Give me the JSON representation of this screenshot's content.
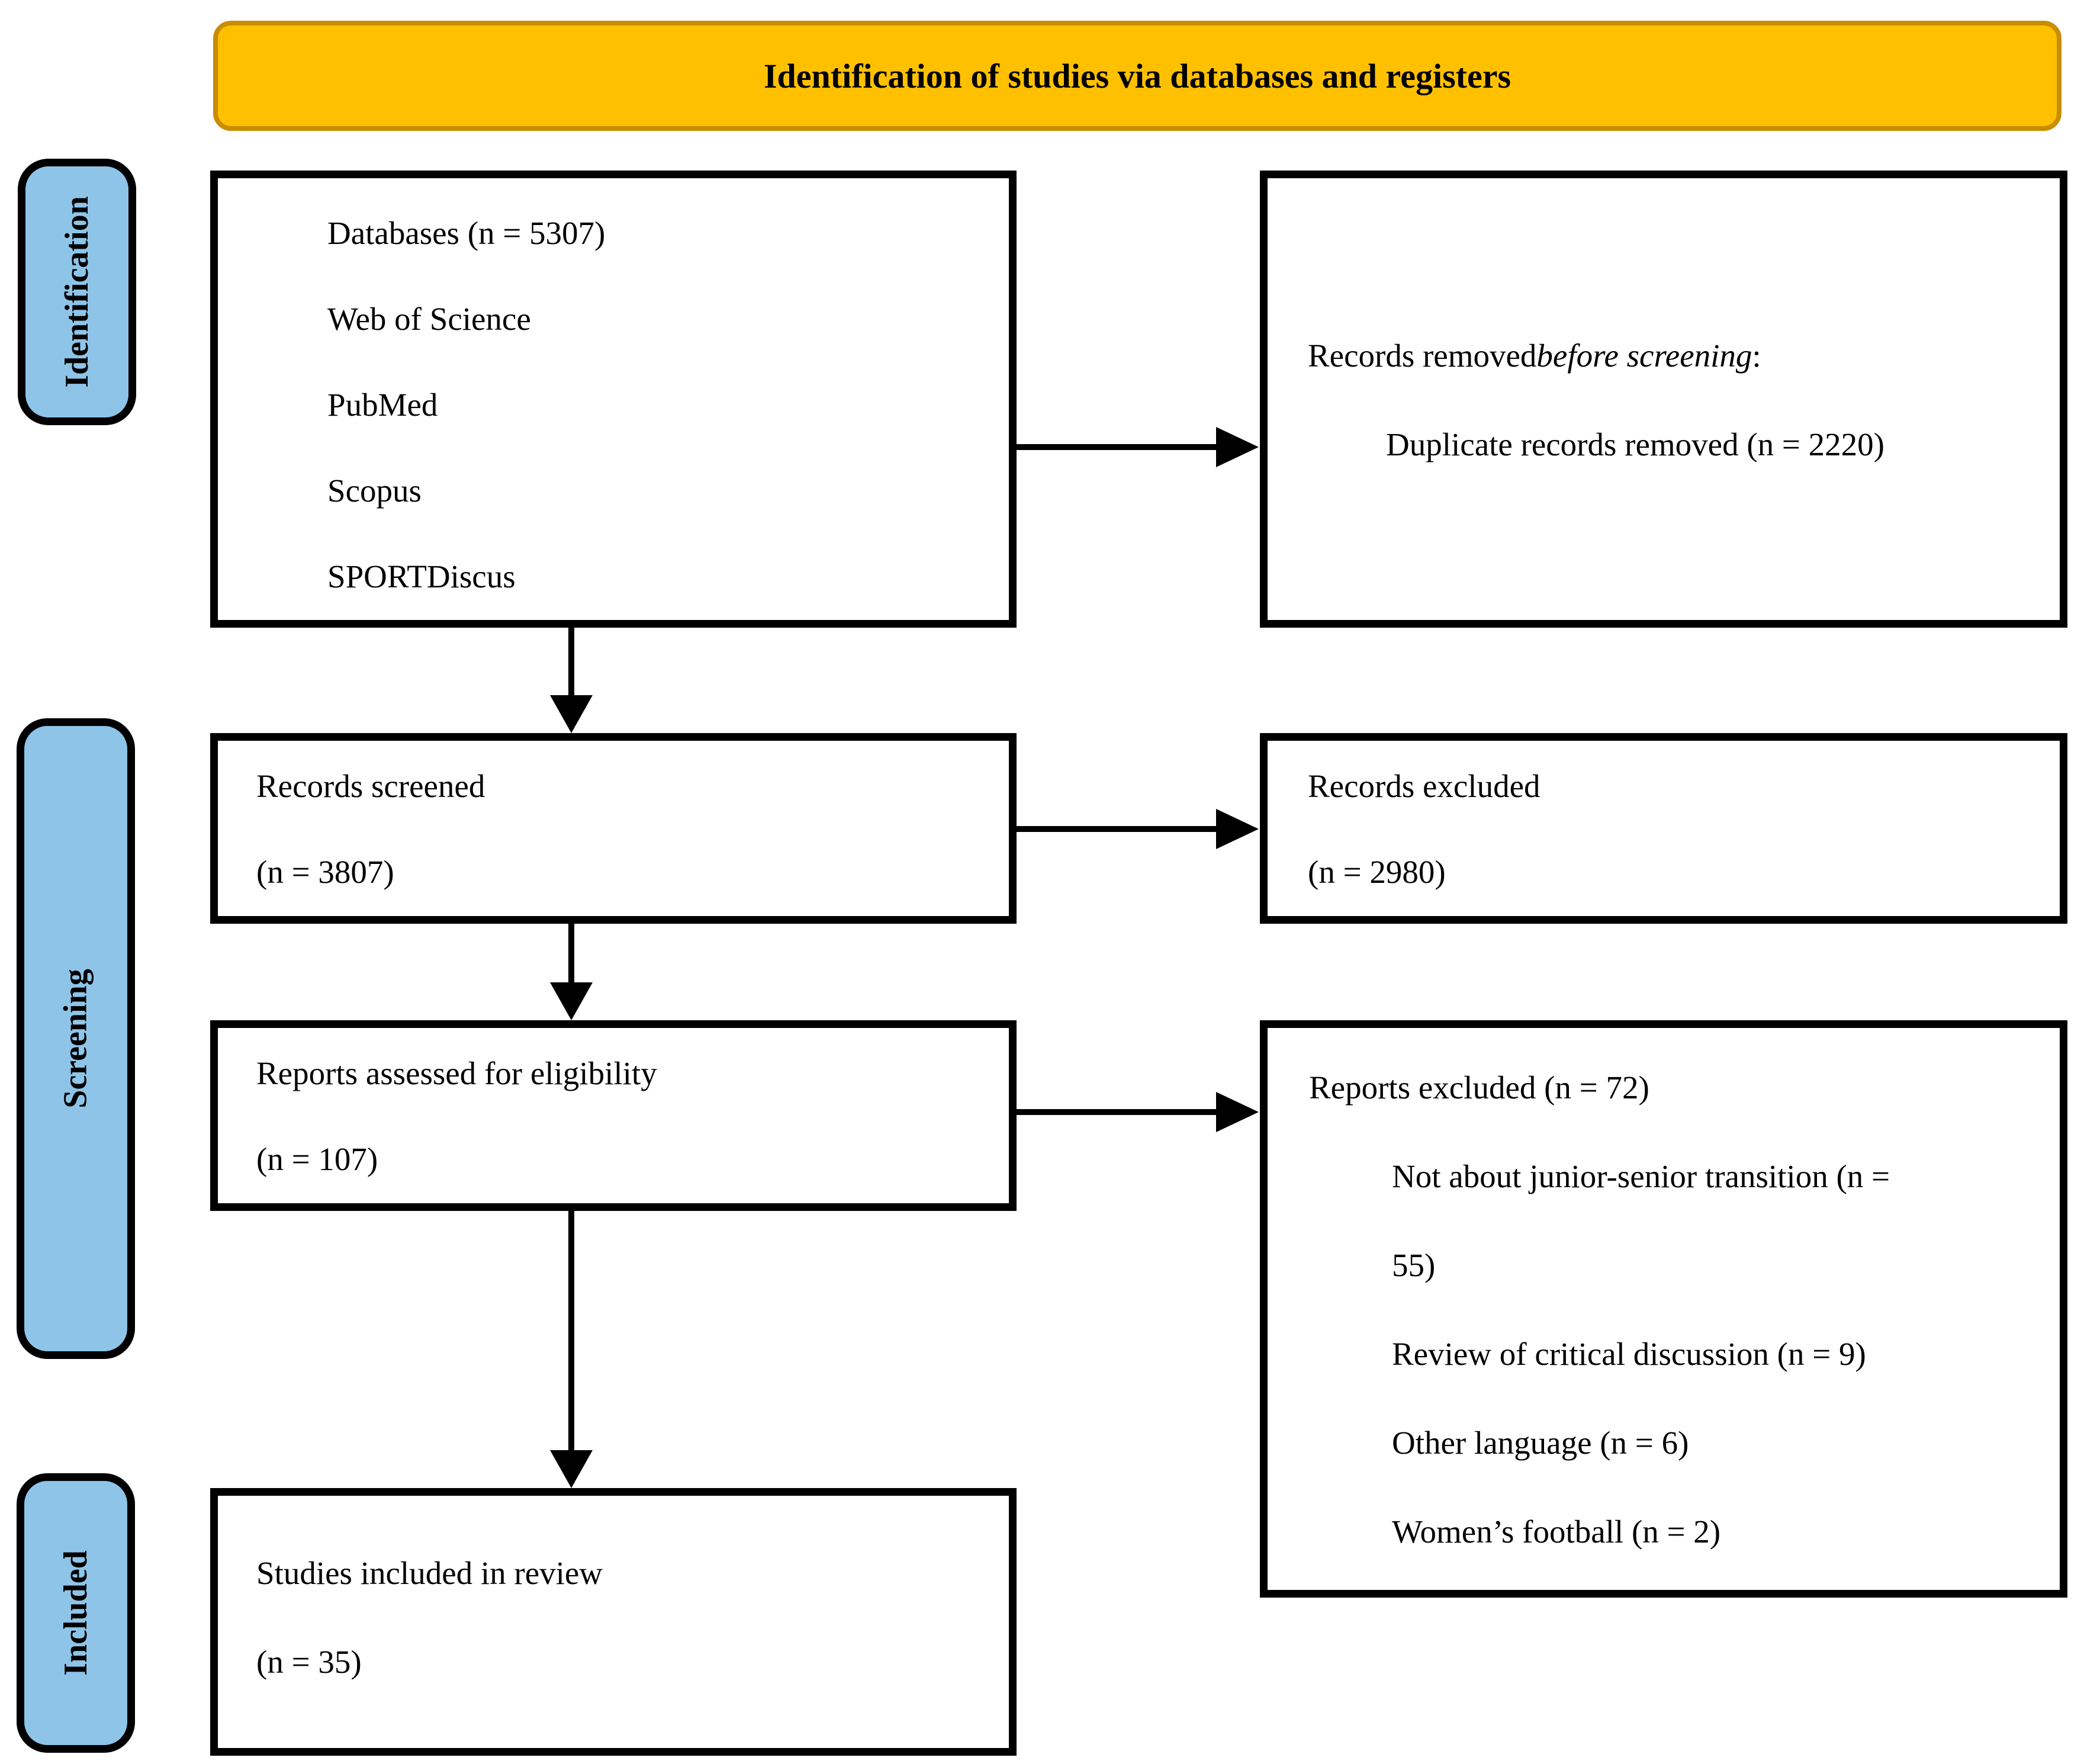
{
  "header": {
    "title": "Identification of studies via databases and registers"
  },
  "sidebar": {
    "identification": "Identification",
    "screening": "Screening",
    "included": "Included"
  },
  "boxes": {
    "records_identified": {
      "lines": [
        "Databases (n = 5307)",
        "Web of Science",
        "PubMed",
        "Scopus",
        "SPORTDiscus"
      ]
    },
    "records_removed": {
      "line1_prefix": "Records removed ",
      "line1_italic": "before screening",
      "line1_suffix": ":",
      "line2": "Duplicate records removed (n = 2220)"
    },
    "records_screened": {
      "lines": [
        "Records screened",
        "(n = 3807)"
      ]
    },
    "records_excluded": {
      "lines": [
        "Records excluded",
        "(n = 2980)"
      ]
    },
    "reports_assessed": {
      "lines": [
        "Reports assessed for eligibility",
        "(n = 107)"
      ]
    },
    "reports_excluded": {
      "title": "Reports excluded (n = 72)",
      "reasons": [
        "Not about junior-senior transition (n =",
        "55)",
        "Review of critical discussion (n = 9)",
        "Other language (n = 6)",
        "Women’s football (n = 2)"
      ]
    },
    "studies_included": {
      "lines": [
        "Studies included in review",
        "(n = 35)"
      ]
    }
  },
  "colors": {
    "banner_fill": "#FFC000",
    "banner_border": "#C88D00",
    "stage_fill": "#8EC4E8",
    "line_color": "#000000"
  }
}
